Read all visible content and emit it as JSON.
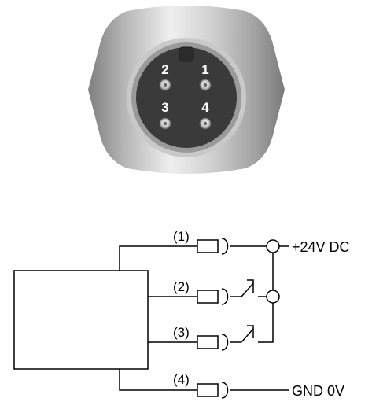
{
  "connector": {
    "pins": [
      {
        "number": "2"
      },
      {
        "number": "1"
      },
      {
        "number": "3"
      },
      {
        "number": "4"
      }
    ]
  },
  "wiring": {
    "lines": [
      {
        "label": "(1)"
      },
      {
        "label": "(2)"
      },
      {
        "label": "(3)"
      },
      {
        "label": "(4)"
      }
    ],
    "supply_label": "+24V DC",
    "ground_label": "GND 0V"
  },
  "colors": {
    "metal_light": "#e6e6e6",
    "metal_dark": "#8c8c8c",
    "socket_ring": "#c8c8c8",
    "socket_face": "#3b3b3b",
    "pin_text": "#ffffff",
    "line": "#000000"
  }
}
